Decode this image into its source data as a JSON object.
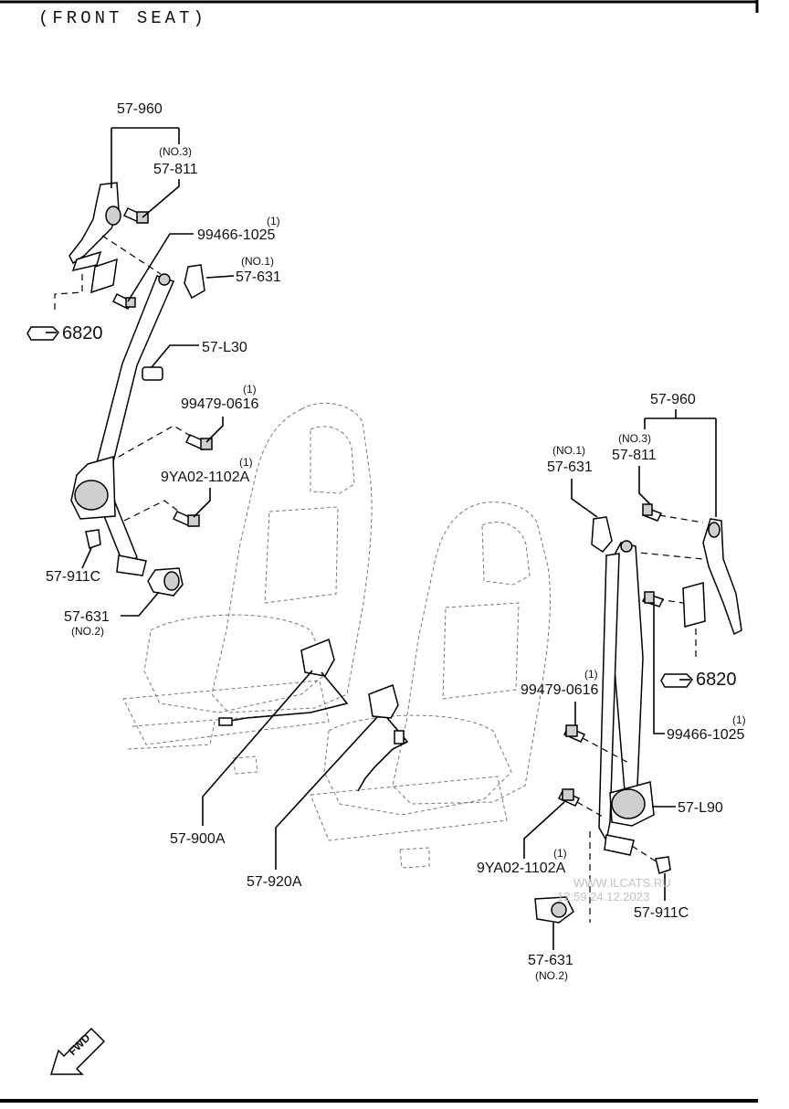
{
  "title": "(FRONT SEAT)",
  "fwd_label": "FWD",
  "watermark": {
    "site": "WWW.ILCATS.RU",
    "timestamp": "12:59 24.12.2023"
  },
  "left_assembly": {
    "upper_adjuster": "57-960",
    "upper_anchor_bolt": {
      "qty": "(NO.3)",
      "code": "57-811"
    },
    "bolt_1": {
      "qty": "(1)",
      "code": "99466-1025"
    },
    "cover_1": {
      "qty": "(NO.1)",
      "code": "57-631"
    },
    "ref_arrow": "6820",
    "belt": "57-L30",
    "bolt_2": {
      "qty": "(1)",
      "code": "99479-0616"
    },
    "bolt_3": {
      "qty": "(1)",
      "code": "9YA02-1102A"
    },
    "clip": "57-911C",
    "cover_2": {
      "code": "57-631",
      "qty": "(NO.2)"
    }
  },
  "right_assembly": {
    "upper_adjuster": "57-960",
    "upper_anchor_bolt": {
      "qty": "(NO.3)",
      "code": "57-811"
    },
    "cover_1": {
      "qty": "(NO.1)",
      "code": "57-631"
    },
    "ref_arrow": "6820",
    "bolt_2": {
      "qty": "(1)",
      "code": "99479-0616"
    },
    "bolt_1": {
      "qty": "(1)",
      "code": "99466-1025"
    },
    "belt": "57-L90",
    "bolt_3": {
      "qty": "(1)",
      "code": "9YA02-1102A"
    },
    "clip": "57-911C",
    "cover_2": {
      "code": "57-631",
      "qty": "(NO.2)"
    }
  },
  "buckles": {
    "left": "57-900A",
    "right": "57-920A"
  }
}
